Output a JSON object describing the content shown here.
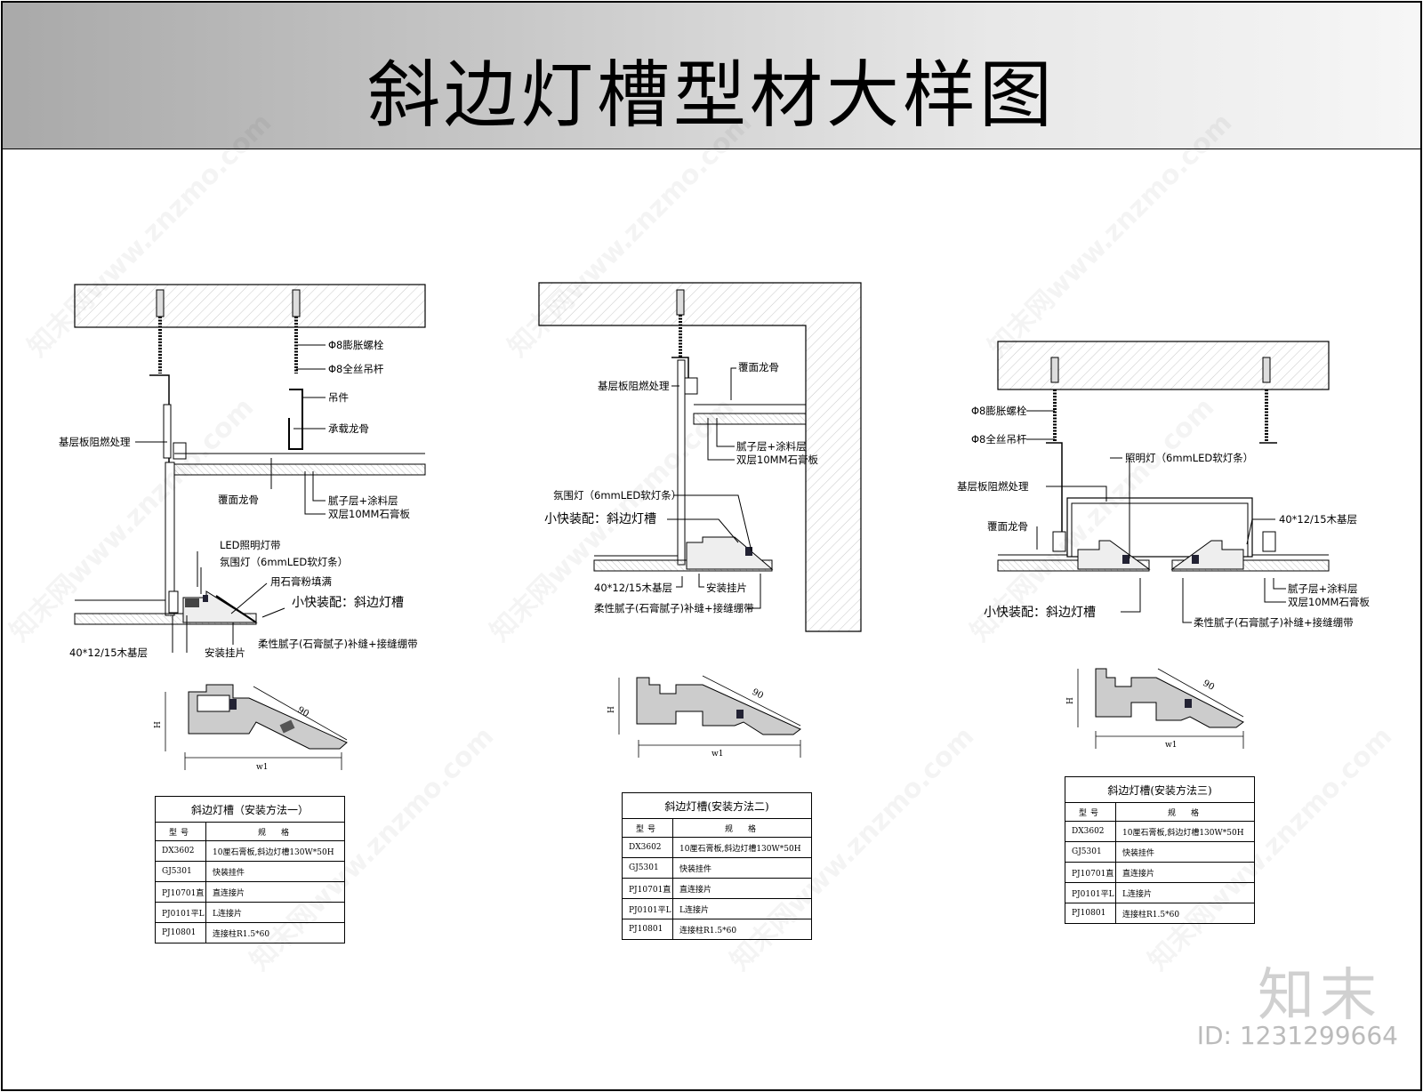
{
  "title": "斜边灯槽型材大样图",
  "watermark": "知末网www.znzmo.com",
  "brand": "知末",
  "image_id": "ID: 1231299664",
  "diagram1": {
    "labels": {
      "bolt": "Φ8膨胀螺栓",
      "rod": "Φ8全丝吊杆",
      "hanger": "吊件",
      "main_keel": "承载龙骨",
      "base_fire": "基层板阻燃处理",
      "cover_keel": "覆面龙骨",
      "putty": "腻子层+涂料层",
      "gypsum": "双层10MM石膏板",
      "led_band": "LED照明灯带",
      "ambient": "氛围灯（6mmLED软灯条）",
      "fill": "用石膏粉填满",
      "quick": "小快装配：斜边灯槽",
      "wood_base": "40*12/15木基层",
      "clip": "安装挂片",
      "flex_putty": "柔性腻子(石膏腻子)补缝+接缝绷带"
    }
  },
  "diagram2": {
    "labels": {
      "cover_keel": "覆面龙骨",
      "base_fire": "基层板阻燃处理",
      "putty": "腻子层+涂料层",
      "gypsum": "双层10MM石膏板",
      "ambient": "氛围灯（6mmLED软灯条）",
      "quick": "小快装配：斜边灯槽",
      "wood_base": "40*12/15木基层",
      "clip": "安装挂片",
      "flex_putty": "柔性腻子(石膏腻子)补缝+接缝绷带"
    }
  },
  "diagram3": {
    "labels": {
      "bolt": "Φ8膨胀螺栓",
      "rod": "Φ8全丝吊杆",
      "light": "照明灯（6mmLED软灯条）",
      "base_fire": "基层板阻燃处理",
      "wood_base": "40*12/15木基层",
      "cover_keel": "覆面龙骨",
      "putty": "腻子层+涂料层",
      "gypsum": "双层10MM石膏板",
      "quick": "小快装配：斜边灯槽",
      "flex_putty": "柔性腻子(石膏腻子)补缝+接缝绷带"
    }
  },
  "profile": {
    "dim_len": "90",
    "dim_w": "w1",
    "dim_h": "H"
  },
  "tables": [
    {
      "caption": "斜边灯槽（安装方法一）",
      "header": [
        "型号",
        "规　格"
      ],
      "rows": [
        [
          "DX3602",
          "10厘石膏板,斜边灯槽130W*50H"
        ],
        [
          "GJ5301",
          "快装挂件"
        ],
        [
          "PJ10701直",
          "直连接片"
        ],
        [
          "PJ0101平L",
          "L连接片"
        ],
        [
          "PJ10801",
          "连接柱R1.5*60"
        ]
      ]
    },
    {
      "caption": "斜边灯槽(安装方法二)",
      "header": [
        "型号",
        "规　格"
      ],
      "rows": [
        [
          "DX3602",
          "10厘石膏板,斜边灯槽130W*50H"
        ],
        [
          "GJ5301",
          "快装挂件"
        ],
        [
          "PJ10701直",
          "直连接片"
        ],
        [
          "PJ0101平L",
          "L连接片"
        ],
        [
          "PJ10801",
          "连接柱R1.5*60"
        ]
      ]
    },
    {
      "caption": "斜边灯槽(安装方法三)",
      "header": [
        "型号",
        "规　格"
      ],
      "rows": [
        [
          "DX3602",
          "10厘石膏板,斜边灯槽130W*50H"
        ],
        [
          "GJ5301",
          "快装挂件"
        ],
        [
          "PJ10701直",
          "直连接片"
        ],
        [
          "PJ0101平L",
          "L连接片"
        ],
        [
          "PJ10801",
          "连接柱R1.5*60"
        ]
      ]
    }
  ]
}
